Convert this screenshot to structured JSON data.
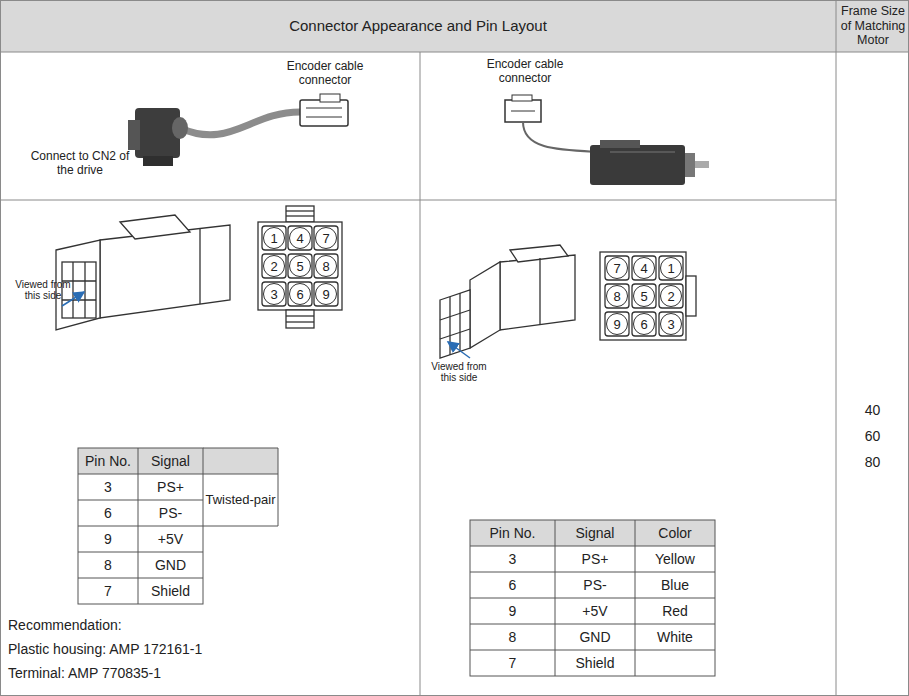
{
  "diagram": {
    "nodes": [
      {
        "text": [
          "1"
        ]
      },
      {
        "text": [
          "4"
        ]
      },
      {
        "text": [
          "7"
        ]
      },
      {
        "text": [
          "2"
        ]
      },
      {
        "text": [
          "5"
        ]
      },
      {
        "text": [
          "8"
        ]
      },
      {
        "text": [
          "3"
        ]
      },
      {
        "text": [
          "6"
        ]
      },
      {
        "text": [
          "9"
        ]
      },
      {
        "text": [
          "7"
        ]
      },
      {
        "text": [
          "4"
        ]
      },
      {
        "text": [
          "1"
        ]
      },
      {
        "text": [
          "8"
        ]
      },
      {
        "text": [
          "5"
        ]
      },
      {
        "text": [
          "2"
        ]
      },
      {
        "text": [
          "9"
        ]
      },
      {
        "text": [
          "6"
        ]
      },
      {
        "text": [
          "3"
        ]
      }
    ],
    "labels": [
      "Connector Appearance and Pin Layout",
      "Frame Size of Matching Motor",
      "Encoder cable connector",
      "Connect to CN2 of the drive",
      "Encoder cable connector",
      "Viewed from this side",
      "Viewed from this side",
      "Pin No.",
      "Signal",
      "3",
      "PS+",
      "Twisted-pair",
      "6",
      "PS-",
      "9",
      "+5V",
      "8",
      "GND",
      "7",
      "Shield",
      "Recommendation:",
      "Plastic housing: AMP 172161-1",
      "Terminal: AMP 770835-1",
      "Pin No.",
      "Signal",
      "Color",
      "3",
      "PS+",
      "Yellow",
      "6",
      "PS-",
      "Blue",
      "9",
      "+5V",
      "Red",
      "8",
      "GND",
      "White",
      "7",
      "Shield",
      "40",
      "60",
      "80"
    ]
  }
}
